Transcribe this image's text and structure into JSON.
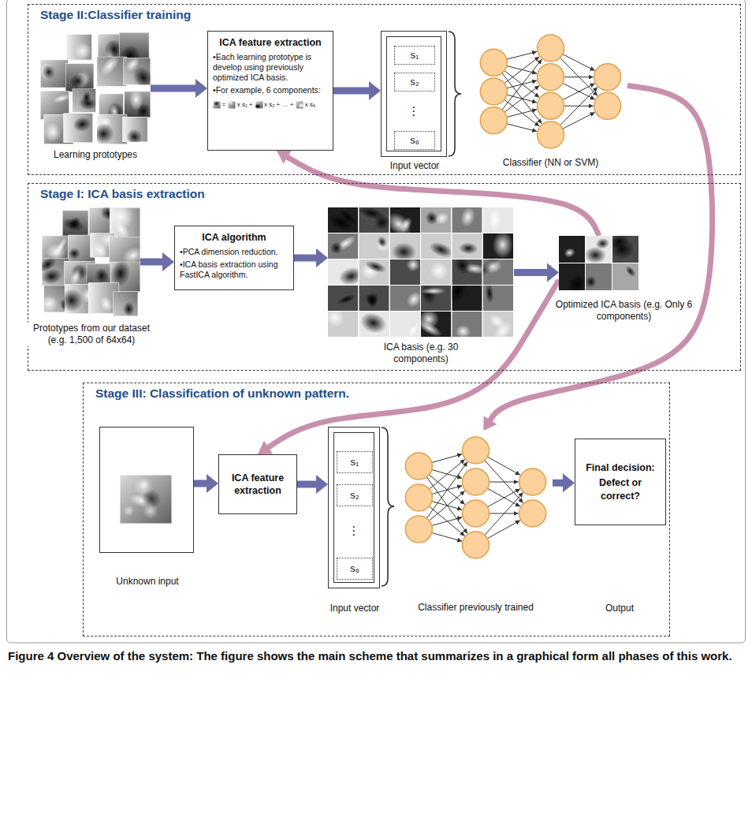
{
  "diagram": {
    "caption": "Figure 4 Overview of the system: The figure shows the main scheme that summarizes in a graphical form all phases of this work.",
    "nodes": [
      {
        "text": [
          "Stage II:Classifier training"
        ]
      },
      {
        "text": [
          "Learning prototypes"
        ],
        "in": 0
      },
      {
        "text": [
          "ICA feature extraction",
          "•Each learning prototype is develop using previously optimized ICA basis.",
          "•For example, 6 components:"
        ],
        "in": 0
      },
      {
        "text": [
          "Input vector"
        ],
        "in": 0
      },
      {
        "text": [
          "s₁"
        ],
        "in": 3
      },
      {
        "text": [
          "s₂"
        ],
        "in": 3
      },
      {
        "text": [
          "s₆"
        ],
        "in": 3
      },
      {
        "text": [
          "Classifier (NN or SVM)"
        ],
        "in": 0
      },
      {
        "text": [
          "Stage I: ICA basis extraction"
        ]
      },
      {
        "text": [
          "Prototypes from our dataset (e.g. 1,500 of 64x64)"
        ],
        "in": 8
      },
      {
        "text": [
          "ICA algorithm",
          "•PCA dimension reduction.",
          "•ICA basis extraction using FastICA algorithm."
        ],
        "in": 8
      },
      {
        "text": [
          "ICA basis (e.g. 30 components)"
        ],
        "in": 8
      },
      {
        "text": [
          "Optimized ICA basis (e.g. Only 6 components)"
        ],
        "in": 8
      },
      {
        "text": [
          "Stage III: Classification of unknown pattern."
        ]
      },
      {
        "text": [
          "Unknown input"
        ],
        "in": 13
      },
      {
        "text": [
          "ICA feature extraction"
        ],
        "in": 13
      },
      {
        "text": [
          "Input vector"
        ],
        "in": 13
      },
      {
        "text": [
          "s₁"
        ],
        "in": 16
      },
      {
        "text": [
          "s₂"
        ],
        "in": 16
      },
      {
        "text": [
          "s₆"
        ],
        "in": 16
      },
      {
        "text": [
          "Classifier previously trained"
        ],
        "in": 13
      },
      {
        "text": [
          "Final decision:",
          "Defect or correct?",
          "Output"
        ],
        "in": 13
      }
    ],
    "edges": [
      {
        "from": 1,
        "to": 2,
        "arrow": "to"
      },
      {
        "from": 2,
        "to": 3,
        "arrow": "to"
      },
      {
        "from": 9,
        "to": 10,
        "arrow": "to"
      },
      {
        "from": 10,
        "to": 11,
        "arrow": "to"
      },
      {
        "from": 11,
        "to": 12,
        "arrow": "to"
      },
      {
        "from": 12,
        "to": 2,
        "arrow": "to"
      },
      {
        "from": 12,
        "to": 15,
        "arrow": "to"
      },
      {
        "from": 7,
        "to": 20,
        "arrow": "to"
      },
      {
        "from": 14,
        "to": 15,
        "arrow": "to"
      },
      {
        "from": 15,
        "to": 16,
        "arrow": "to"
      },
      {
        "from": 20,
        "to": 21,
        "arrow": "to"
      }
    ],
    "labels": [
      "=",
      "x s₁ +",
      "x s₂ + … +",
      "x s₆",
      "⋮",
      "⋮"
    ]
  }
}
